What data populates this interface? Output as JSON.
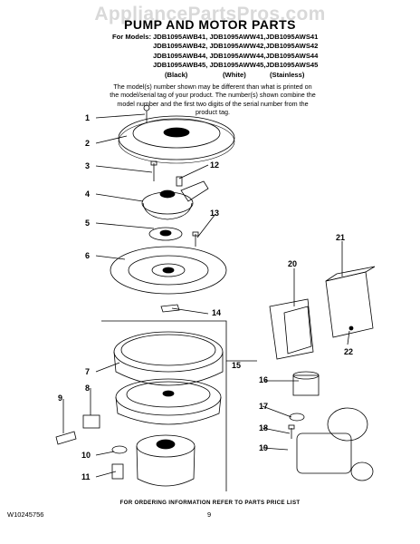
{
  "watermark": "AppliancePartsPros.com",
  "header": {
    "title": "PUMP AND MOTOR PARTS",
    "models_label": "For Models:",
    "model_rows": [
      "JDB1095AWB41, JDB1095AWW41,JDB1095AWS41",
      "JDB1095AWB42, JDB1095AWW42,JDB1095AWS42",
      "JDB1095AWB44, JDB1095AWW44,JDB1095AWS44",
      "JDB1095AWB45, JDB1095AWW45,JDB1095AWS45"
    ],
    "colors": [
      "(Black)",
      "(White)",
      "(Stainless)"
    ],
    "note": "The model(s) number shown may be different than what is printed on the model/serial tag of your product. The number(s) shown combine the model number and the first two digits of the serial number from the product tag."
  },
  "callouts": [
    "1",
    "2",
    "3",
    "4",
    "5",
    "6",
    "7",
    "8",
    "9",
    "10",
    "11",
    "12",
    "13",
    "14",
    "15",
    "16",
    "17",
    "18",
    "19",
    "20",
    "21",
    "22"
  ],
  "footer": {
    "ordering": "FOR ORDERING INFORMATION REFER TO PARTS PRICE LIST",
    "doc_code": "W10245756",
    "page": "9"
  }
}
